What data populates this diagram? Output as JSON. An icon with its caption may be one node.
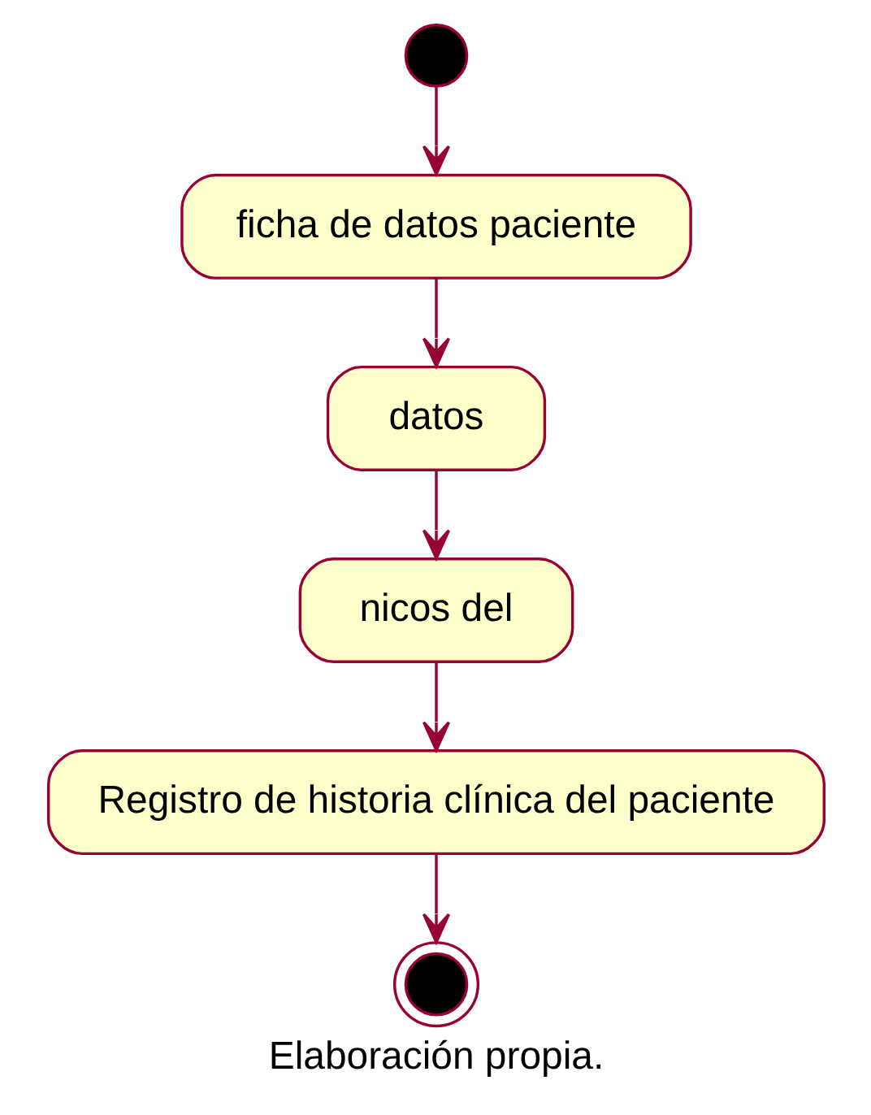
{
  "diagram": {
    "caption": "Elaboración propia.",
    "nodes": [
      {
        "text": [],
        "shape": "circle"
      },
      {
        "text": [
          "ficha de datos paciente"
        ]
      },
      {
        "text": [
          "datos"
        ]
      },
      {
        "text": [
          "nicos del"
        ]
      },
      {
        "text": [
          "Registro de historia clínica del paciente"
        ]
      },
      {
        "text": [],
        "shape": "circle"
      }
    ],
    "edges": [
      {
        "from": 0,
        "to": 1,
        "arrow": "to"
      },
      {
        "from": 1,
        "to": 2,
        "arrow": "to"
      },
      {
        "from": 2,
        "to": 3,
        "arrow": "to"
      },
      {
        "from": 3,
        "to": 4,
        "arrow": "to"
      },
      {
        "from": 4,
        "to": 5,
        "arrow": "to"
      }
    ]
  }
}
